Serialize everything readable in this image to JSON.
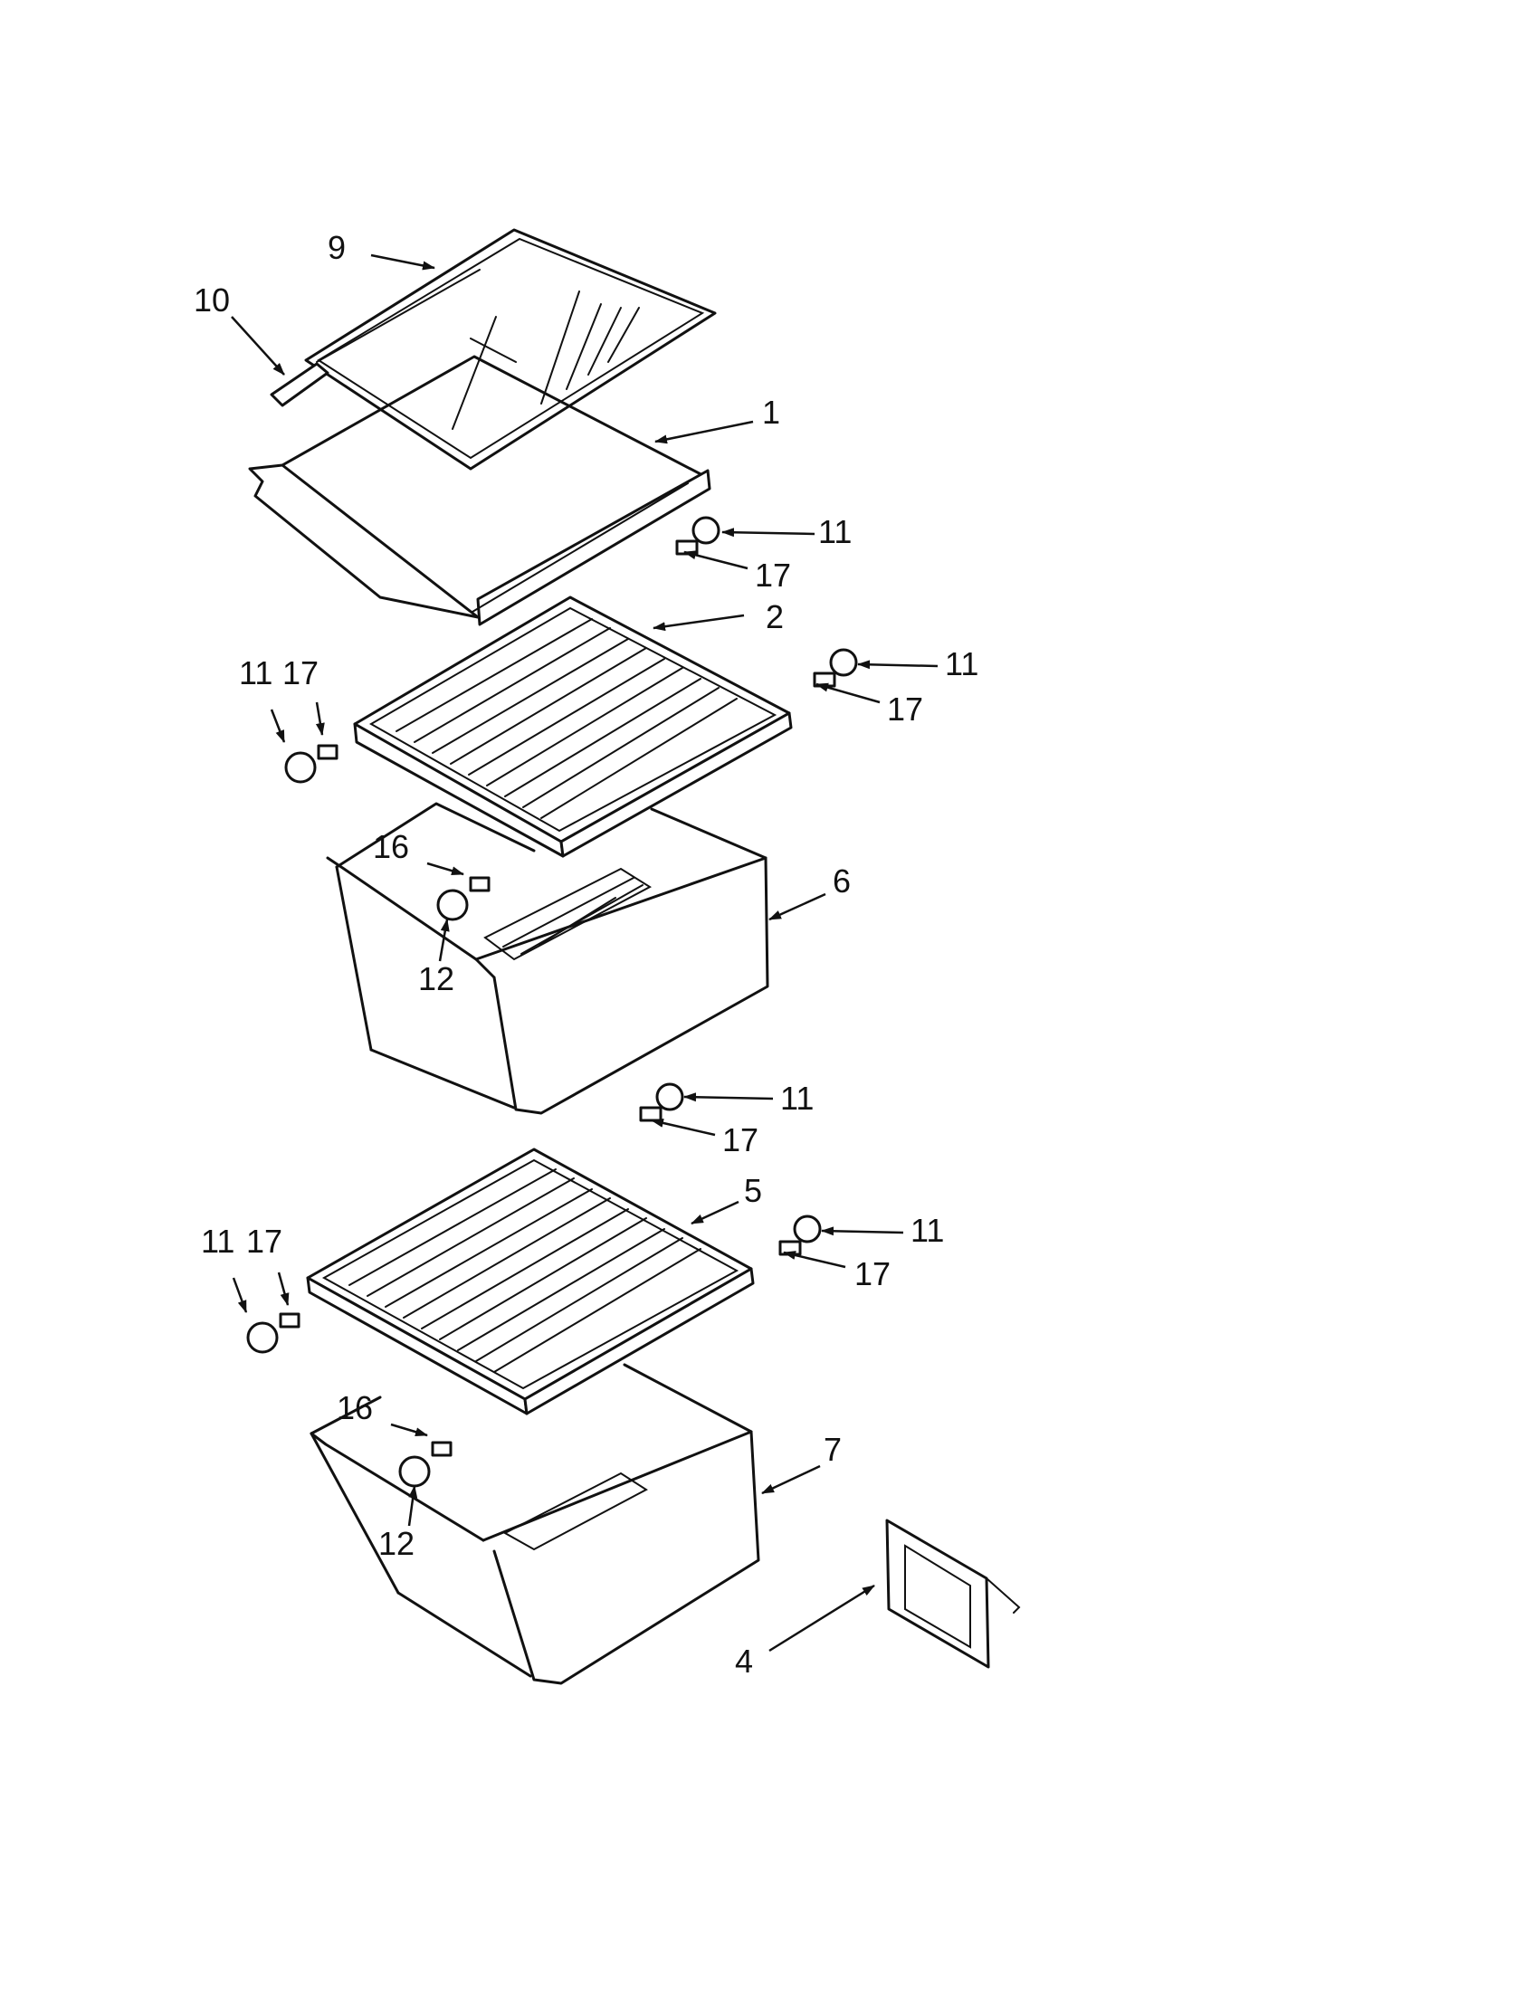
{
  "diagram": {
    "callouts": [
      {
        "id": "c9",
        "text": "9"
      },
      {
        "id": "c10",
        "text": "10"
      },
      {
        "id": "c1",
        "text": "1"
      },
      {
        "id": "c11a",
        "text": "11"
      },
      {
        "id": "c17a",
        "text": "17"
      },
      {
        "id": "c2",
        "text": "2"
      },
      {
        "id": "c11b",
        "text": "11"
      },
      {
        "id": "c17b",
        "text": "17"
      },
      {
        "id": "c11c",
        "text": "11"
      },
      {
        "id": "c17c",
        "text": "17"
      },
      {
        "id": "c16a",
        "text": "16"
      },
      {
        "id": "c6",
        "text": "6"
      },
      {
        "id": "c12a",
        "text": "12"
      },
      {
        "id": "c11d",
        "text": "11"
      },
      {
        "id": "c17d",
        "text": "17"
      },
      {
        "id": "c5",
        "text": "5"
      },
      {
        "id": "c11e",
        "text": "11"
      },
      {
        "id": "c17e",
        "text": "17"
      },
      {
        "id": "c11f",
        "text": "11"
      },
      {
        "id": "c17f",
        "text": "17"
      },
      {
        "id": "c16b",
        "text": "16"
      },
      {
        "id": "c7",
        "text": "7"
      },
      {
        "id": "c12b",
        "text": "12"
      },
      {
        "id": "c4",
        "text": "4"
      }
    ]
  }
}
